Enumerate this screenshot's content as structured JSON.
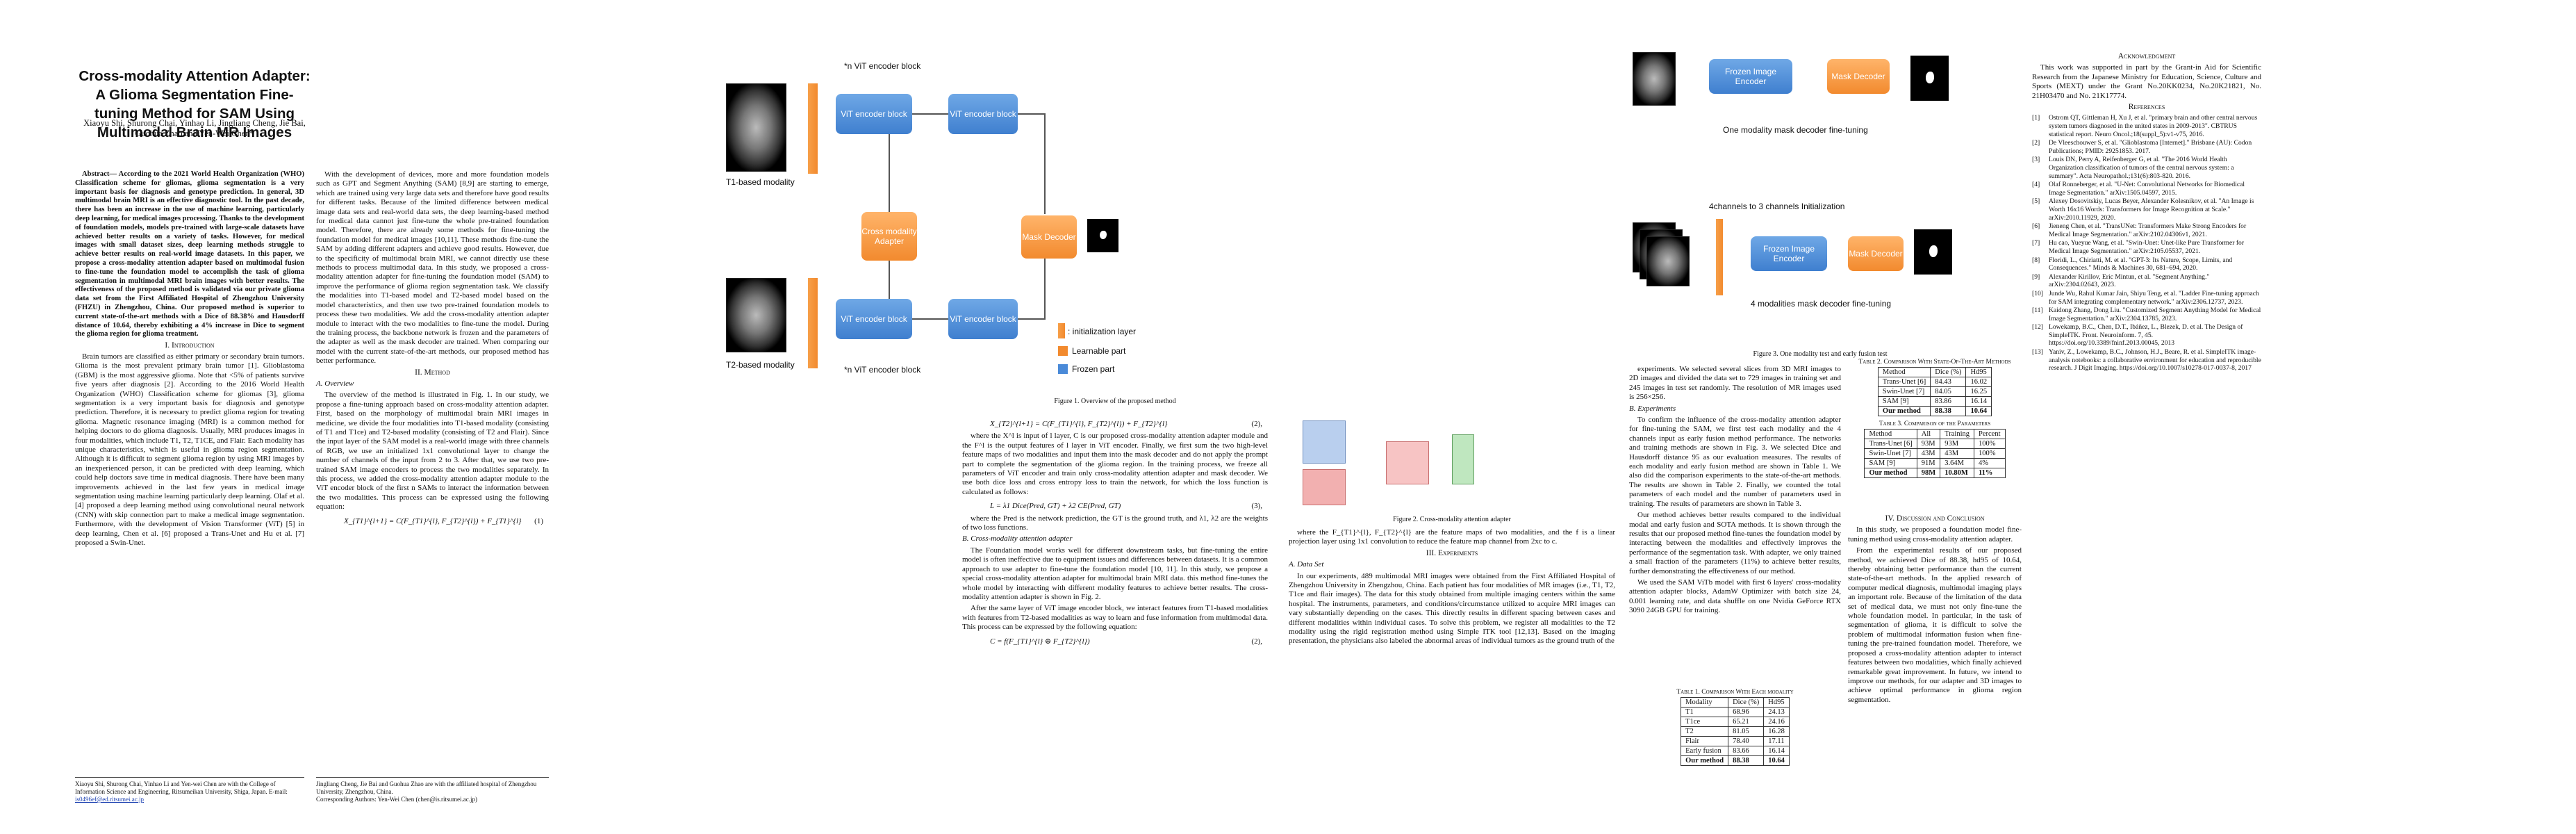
{
  "title": "Cross-modality Attention Adapter: A Glioma Segmentation Fine-tuning Method for SAM Using Multimodal Brain MR Images",
  "authors": "Xiaoyu Shi, Shurong Chai, Yinhao Li, Jingliang Cheng, Jie Bai, Guohua Zhao and Yen-Wei Chen*",
  "abstract": "Abstract— According to the 2021 World Health Organization (WHO) Classification scheme for gliomas, glioma segmentation is a very important basis for diagnosis and genotype prediction. In general, 3D multimodal brain MRI is an effective diagnostic tool. In the past decade, there has been an increase in the use of machine learning, particularly deep learning, for medical images processing. Thanks to the development of foundation models, models pre-trained with large-scale datasets have achieved better results on a variety of tasks. However, for medical images with small dataset sizes, deep learning methods struggle to achieve better results on real-world image datasets. In this paper, we propose a cross-modality attention adapter based on multimodal fusion to fine-tune the foundation model to accomplish the task of glioma segmentation in multimodal MRI brain images with better results. The effectiveness of the proposed method is validated via our private glioma data set from the First Affiliated Hospital of Zhengzhou University (FHZU) in Zhengzhou, China. Our proposed method is superior to current state-of-the-art methods with a Dice of 88.38% and Hausdorff distance of 10.64, thereby exhibiting a 4% increase in Dice to segment the glioma region for glioma treatment.",
  "sec1": "I. Introduction",
  "intro": "Brain tumors are classified as either primary or secondary brain tumors. Glioma is the most prevalent primary brain tumor [1]. Glioblastoma (GBM) is the most aggressive glioma. Note that <5% of patients survive five years after diagnosis [2]. According to the 2016 World Health Organization (WHO) Classification scheme for gliomas [3], glioma segmentation is a very important basis for diagnosis and genotype prediction. Therefore, it is necessary to predict glioma region for treating glioma. Magnetic resonance imaging (MRI) is a common method for helping doctors to do glioma diagnosis. Usually, MRI produces images in four modalities, which include T1, T2, T1CE, and Flair. Each modality has unique characteristics, which is useful in glioma region segmentation. Although it is difficult to segment glioma region by using MRI images by an inexperienced person, it can be predicted with deep learning, which could help doctors save time in medical diagnosis. There have been many improvements achieved in the last few years in medical image segmentation using machine learning particularly deep learning. Olaf et al. [4] proposed a deep learning method using convolutional neural network (CNN) with skip connection part to make a medical image segmentation. Furthermore, with the development of Vision Transformer (ViT) [5] in deep learning, Chen et al. [6] proposed a Trans-Unet and Hu et al. [7] proposed a Swin-Unet.",
  "footnote1": "Xiaoyu Shi, Shurong Chai, Yinhao Li and Yen-wei Chen are with the College of Information Science and Engineering, Ritsumeikan University, Shiga, Japan. E-mail: ",
  "footnote1_email": "is0496ef@ed.ritsumei.ac.jp",
  "col2_p1": "With the development of devices, more and more foundation models such as GPT and Segment Anything (SAM) [8,9] are starting to emerge, which are trained using very large data sets and therefore have good results for different tasks. Because of the limited difference between medical image data sets and real-world data sets, the deep learning-based method for medical data cannot just fine-tune the whole pre-trained foundation model. Therefore, there are already some methods for fine-tuning the foundation model for medical images [10,11]. These methods fine-tune the SAM by adding different adapters and achieve good results. However, due to the specificity of multimodal brain MRI, we cannot directly use these methods to process multimodal data. In this study, we proposed a cross-modality attention adapter for fine-tuning the foundation model (SAM) to improve the performance of glioma region segmentation task. We classify the modalities into T1-based model and T2-based model based on the model characteristics, and then use two pre-trained foundation models to process these two modalities. We add the cross-modality attention adapter module to interact with the two modalities to fine-tune the model. During the training process, the backbone network is frozen and the parameters of the adapter as well as the mask decoder are trained. When comparing our model with the current state-of-the-art methods, our proposed method has better performance.",
  "sec2": "II. Method",
  "subA": "A. Overview",
  "overview": "The overview of the method is illustrated in Fig. 1. In our study, we propose a fine-tuning approach based on cross-modality attention adapter. First, based on the morphology of multimodal brain MRI images in medicine, we divide the four modalities into T1-based modality (consisting of T1 and T1ce) and T2-based modality (consisting of T2 and Flair). Since the input layer of the SAM model is a real-world image with three channels of RGB, we use an initialized 1x1 convolutional layer to change the number of channels of the input from 2 to 3. After that, we use two pre-trained SAM image encoders to process the two modalities separately. In this process, we added the cross-modality attention adapter module to the ViT encoder block of the first n SAMs to interact the information between the two modalities. This process can be expressed using the following equation:",
  "eq1": "X_{T1}^{l+1} = C(F_{T1}^{l}, F_{T2}^{l}) + F_{T1}^{l}",
  "eq1_num": "(1)",
  "footnote2": "Jingliang Cheng, Jie Bai and Guohua Zhao are with the affiliated hospital of Zhengzhou University, Zhengzhou, China.",
  "footnote3": "Corresponding Authors: Yen-Wei Chen (chen@is.ritsumei.ac.jp)",
  "fig1": {
    "top_label": "*n  ViT encoder block",
    "bottom_label": "*n  ViT encoder block",
    "vit": "ViT encoder block",
    "cma": "Cross modality Adapter",
    "mask_decoder": "Mask Decoder",
    "t1_label": "T1-based modality",
    "t2_label": "T2-based modality",
    "legend_init": ": initialization layer",
    "legend_learn": "Learnable part",
    "legend_frozen": "Frozen part",
    "caption": "Figure 1. Overview of the proposed method"
  },
  "eq2_line": "X_{T2}^{l+1} = C(F_{T1}^{l}, F_{T2}^{l}) + F_{T2}^{l}",
  "eq2_num": "(2),",
  "col3_p1": "where the X^l is input of l layer, C is our proposed cross-modality attention adapter module and the F^l is the output features of l layer in ViT encoder. Finally, we first sum the two high-level feature maps of two modalities and input them into the mask decoder and do not apply the prompt part to complete the segmentation of the glioma region. In the training process, we freeze all parameters of ViT encoder and train only cross-modality attention adapter and mask decoder. We use both dice loss and cross entropy loss to train the network, for which the loss function is calculated as follows:",
  "eq3": "L = λ1 Dice(Pred, GT) + λ2 CE(Pred, GT)",
  "eq3_num": "(3),",
  "col3_p2": "where the Pred is the network prediction, the GT is the ground truth, and λ1, λ2 are the weights of two loss functions.",
  "subB": "B. Cross-modality attention adapter",
  "cma_text": "The Foundation model works well for different downstream tasks, but fine-tuning the entire model is often ineffective due to equipment issues and differences between datasets. It is a common approach to use adapter to fine-tune the foundation model [10, 11]. In this study, we propose a special cross-modality attention adapter for multimodal brain MRI data. this method fine-tunes the whole model by interacting with different modality features to achieve better results. The cross-modality attention adapter is shown in Fig. 2.",
  "cma_text2": "After the same layer of ViT image encoder block, we interact features from T1-based modalities with features from T2-based modalities as way to learn and fuse information from multimodal data. This process can be expressed by the following equation:",
  "eq4": "C = f(F_{T1}^{l} ⊕ F_{T2}^{l})",
  "eq4_num": "(2),",
  "fig2_caption": "Figure 2. Cross-modality attention adapter",
  "col4_p1": "where the F_{T1}^{l}, F_{T2}^{l} are the feature maps of two modalities, and the f is a linear projection layer using 1x1 convolution to reduce the feature map channel from 2xc to c.",
  "sec3": "III. Experiments",
  "subA3": "A. Data Set",
  "dataset": "In our experiments, 489 multimodal MRI images were obtained from the First Affiliated Hospital of Zhengzhou University in Zhengzhou, China. Each patient has four modalities of MR images (i.e., T1, T2, T1ce and flair images). The data for this study obtained from multiple imaging centers within the same hospital. The instruments, parameters, and conditions/circumstance utilized to acquire MRI images can vary substantially depending on the cases. This directly results in different spacing between cases and different modalities within individual cases. To solve this problem, we register all modalities to the T2 modality using the rigid registration method using Simple ITK tool [12,13]. Based on the imaging presentation, the physicians also labeled the abnormal areas of individual tumors as the ground truth of the",
  "table3": {
    "caption": "Table 1. Comparison With Each modality",
    "header": [
      "Modality",
      "Dice (%)",
      "Hd95"
    ],
    "rows": [
      [
        "T1",
        "68.96",
        "24.13"
      ],
      [
        "T1ce",
        "65.21",
        "24.16"
      ],
      [
        "T2",
        "81.05",
        "16.28"
      ],
      [
        "Flair",
        "78.40",
        "17.11"
      ],
      [
        "Early fusion",
        "83.66",
        "16.14"
      ],
      [
        "Our method",
        "88.38",
        "10.64"
      ]
    ]
  },
  "fig3": {
    "one_mod": "One modality mask decoder fine-tuning",
    "four_ch": "4channels to 3 channels Initialization",
    "four_mod": "4 modalities mask decoder fine-tuning",
    "encoder": "Frozen Image Encoder",
    "decoder": "Mask Decoder",
    "caption": "Figure 3. One modality test and early fusion test"
  },
  "col5_p1": "experiments. We selected several slices from 3D MRI images to 2D images and divided the data set to 729 images in training set and 245 images in test set randomly. The resolution of MR images used is 256×256.",
  "subB3": "B. Experiments",
  "exp": "To confirm the influence of the cross-modality attention adapter for fine-tuning the SAM, we first test each modality and the 4 channels input as early fusion method performance. The networks and training methods are shown in Fig. 3. We selected Dice and Hausdorff distance 95 as our evaluation measures. The results of each modality and early fusion method are shown in Table 1. We also did the comparison experiments to the state-of-the-art methods. The results are shown in Table 2. Finally, we counted the total parameters of each model and the number of parameters used in training. The results of parameters are shown in Table 3.",
  "exp2": "Our method achieves better results compared to the individual modal and early fusion and SOTA methods. It is shown through the results that our proposed method fine-tunes the foundation model by interacting between the modalities and effectively improves the performance of the segmentation task. With adapter, we only trained a small fraction of the parameters (11%) to achieve better results, further demonstrating the effectiveness of our method.",
  "exp3": "We used the SAM ViTb model with first 6 layers' cross-modality attention adapter blocks, AdamW Optimizer with batch size 24, 0.001 learning rate, and data shuffle on one Nvidia GeForce RTX 3090 24GB GPU for training.",
  "table2": {
    "caption": "Table 2. Comparison With State-Of-The-Art Methods",
    "header": [
      "Method",
      "Dice (%)",
      "Hd95"
    ],
    "rows": [
      [
        "Trans-Unet [6]",
        "84.43",
        "16.02"
      ],
      [
        "Swin-Unet [7]",
        "84.05",
        "16.25"
      ],
      [
        "SAM [9]",
        "83.86",
        "16.14"
      ],
      [
        "Our method",
        "88.38",
        "10.64"
      ]
    ]
  },
  "table4": {
    "caption": "Table 3. Comparison of the Parameters",
    "header": [
      "Method",
      "All",
      "Training",
      "Percent"
    ],
    "rows": [
      [
        "Trans-Unet [6]",
        "93M",
        "93M",
        "100%"
      ],
      [
        "Swin-Unet [7]",
        "43M",
        "43M",
        "100%"
      ],
      [
        "SAM [9]",
        "91M",
        "3.64M",
        "4%"
      ],
      [
        "Our method",
        "98M",
        "10.80M",
        "11%"
      ]
    ]
  },
  "sec4": "IV. Discussion and Conclusion",
  "concl1": "In this study, we proposed a foundation model fine-tuning method using cross-modality attention adapter.",
  "concl2": "From the experimental results of our proposed method, we achieved Dice of 88.38, hd95 of 10.64, thereby obtaining better performance than the current state-of-the-art methods. In the applied research of computer medical diagnosis, multimodal imaging plays an important role. Because of the limitation of the data set of medical data, we must not only fine-tune the whole foundation model. In particular, in the task of segmentation of glioma, it is difficult to solve the problem of multimodal information fusion when fine-tuning the pre-trained foundation model. Therefore, we proposed a cross-modality attention adapter to interact features between two modalities, which finally achieved remarkable great improvement. In future, we intend to improve our methods, for our adapter and 3D images to achieve optimal performance in glioma region segmentation.",
  "ack_title": "Acknowledgment",
  "ack": "This work was supported in part by the Grant-in Aid for Scientific Research from the Japanese Ministry for Education, Science, Culture and Sports (MEXT) under the Grant No.20KK0234, No.20K21821, No. 21H03470 and No. 21K17774.",
  "ref_title": "References",
  "refs": [
    [
      "[1]",
      "Ostrom QT, Gittleman H, Xu J, et al. \"primary brain and other central nervous system tumors diagnosed in the united states in 2009-2013\". CBTRUS statistical report. Neuro Oncol.;18(suppl_5):v1-v75, 2016."
    ],
    [
      "[2]",
      "De Vleeschouwer S, et al. \"Glioblastoma [Internet].\" Brisbane (AU): Codon Publications; PMID: 29251853. 2017."
    ],
    [
      "[3]",
      "Louis DN, Perry A, Reifenberger G, et al. \"The 2016 World Health Organization classification of tumors of the central nervous system: a summary\". Acta Neuropathol.;131(6):803-820. 2016."
    ],
    [
      "[4]",
      "Olaf Ronneberger, et al. \"U-Net: Convolutional Networks for Biomedical Image Segmentation.\" arXiv:1505.04597, 2015."
    ],
    [
      "[5]",
      "Alexey Dosovitskiy, Lucas Beyer, Alexander Kolesnikov, et al. \"An Image is Worth 16x16 Words: Transformers for Image Recognition at Scale.\" arXiv:2010.11929, 2020."
    ],
    [
      "[6]",
      "Jieneng Chen, et al. \"TransUNet: Transformers Make Strong Encoders for Medical Image Segmentation.\" arXiv:2102.04306v1, 2021."
    ],
    [
      "[7]",
      "Hu cao, Yueyue Wang, et al. \"Swin-Unet: Unet-like Pure Transformer for Medical Image Segmentation.\" arXiv:2105.05537, 2021."
    ],
    [
      "[8]",
      "Floridi, L., Chiriatti, M. et al. \"GPT-3: Its Nature, Scope, Limits, and Consequences.\" Minds & Machines 30, 681–694, 2020."
    ],
    [
      "[9]",
      "Alexander Kirillov, Eric Mintun, et al. \"Segment Anything.\" arXiv:2304.02643, 2023."
    ],
    [
      "[10]",
      "Junde Wu, Rahul Kumar Jain, Shiyu Teng, et al. \"Ladder Fine-tuning approach for SAM integrating complementary network.\" arXiv:2306.12737, 2023."
    ],
    [
      "[11]",
      "Kaidong Zhang, Dong Liu. \"Customized Segment Anything Model for Medical Image Segmentation.\" arXiv:2304.13785, 2023."
    ],
    [
      "[12]",
      "Lowekamp, B.C., Chen, D.T., Ibáñez, L., Blezek, D. et al. The Design of SimpleITK. Front. Neuroinform. 7, 45. https://doi.org/10.3389/fninf.2013.00045, 2013"
    ],
    [
      "[13]",
      "Yaniv, Z., Lowekamp, B.C., Johnson, H.J., Beare, R. et al. SimpleITK image-analysis notebooks: a collaborative environment for education and reproducible research. J Digit Imaging. https://doi.org/10.1007/s10278-017-0037-8, 2017"
    ]
  ]
}
